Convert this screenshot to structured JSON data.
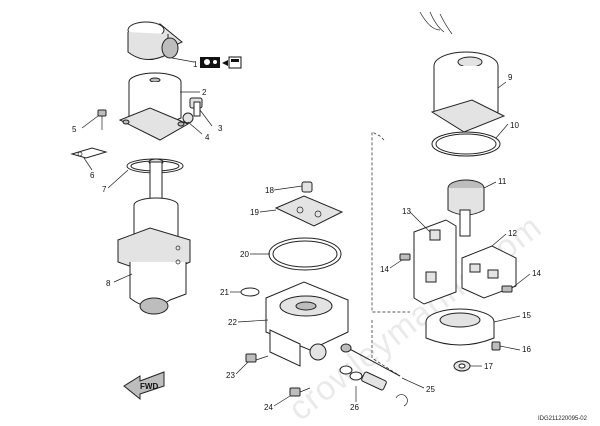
{
  "callouts": [
    "1",
    "2",
    "3",
    "4",
    "5",
    "6",
    "7",
    "8",
    "9",
    "10",
    "11",
    "12",
    "13",
    "14",
    "14",
    "15",
    "16",
    "17",
    "18",
    "19",
    "20",
    "21",
    "22",
    "23",
    "24",
    "25",
    "26"
  ],
  "fwd_label": "FWD",
  "reference_code": "IDG211220095-02",
  "watermark": "crowleymarine.com",
  "icons": [
    "pump-reservoir-icon",
    "fluid-icon"
  ]
}
